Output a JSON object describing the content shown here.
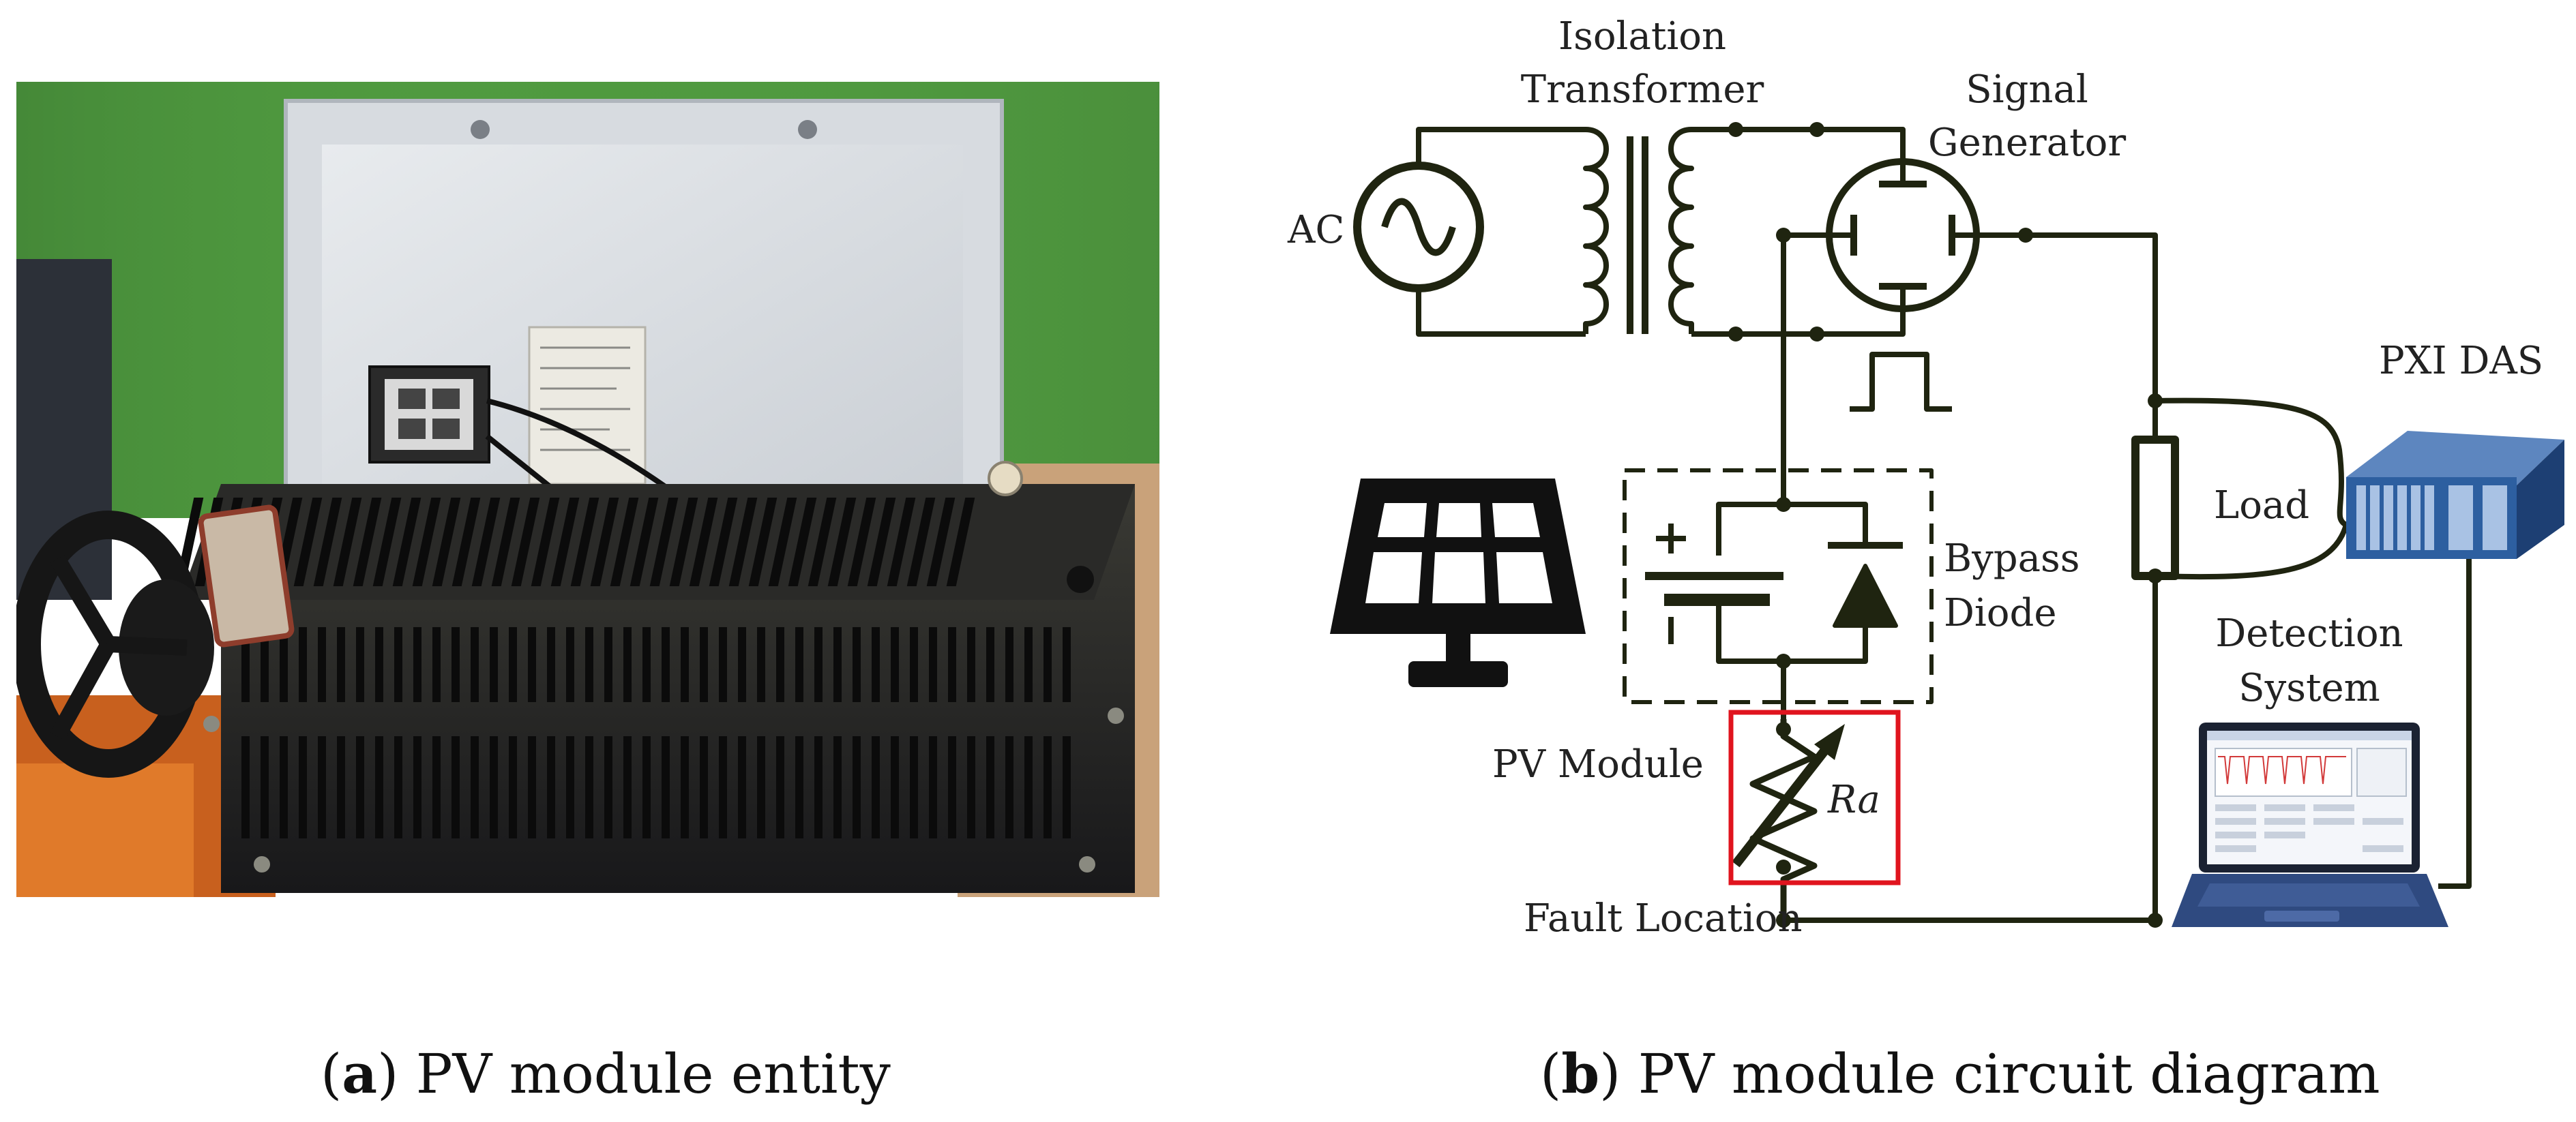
{
  "panel_a": {
    "letter": "a",
    "caption": "PV module entity"
  },
  "panel_b": {
    "letter": "b",
    "caption": "PV module circuit diagram",
    "labels": {
      "isolation_transformer_1": "Isolation",
      "isolation_transformer_2": "Transformer",
      "signal_generator_1": "Signal",
      "signal_generator_2": "Generator",
      "ac": "AC",
      "pxi_das": "PXI DAS",
      "load": "Load",
      "bypass_diode_1": "Bypass",
      "bypass_diode_2": "Diode",
      "detection_system_1": "Detection",
      "detection_system_2": "System",
      "pv_module": "PV Module",
      "resistor": "Ra",
      "fault_location": "Fault Location"
    },
    "colors": {
      "wire": "#1f2410",
      "fault_box": "#e0141e",
      "das_body": "#2d5fa0",
      "laptop_body": "#2f4a80"
    }
  }
}
